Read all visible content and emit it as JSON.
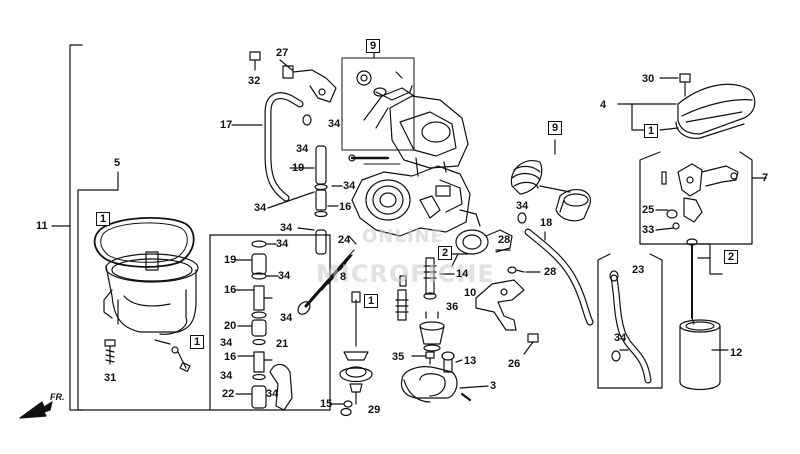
{
  "watermark": {
    "line1": "ONLINE",
    "line2": "MICROFICHE"
  },
  "front_marker": "FR.",
  "callouts": {
    "c1": "11",
    "c2": "5",
    "c3": "1",
    "c4": "1",
    "c5": "31",
    "c6": "17",
    "c7": "27",
    "c8": "32",
    "c9": "34",
    "c10": "19",
    "c11": "34",
    "c12": "34",
    "c13": "16",
    "c14": "34",
    "c15": "24",
    "c16": "19",
    "c17": "34",
    "c18": "34",
    "c19": "16",
    "c20": "34",
    "c21": "20",
    "c22": "34",
    "c23": "34",
    "c24": "16",
    "c25": "21",
    "c26": "34",
    "c27": "34",
    "c28": "22",
    "c29": "9",
    "c30": "8",
    "c31": "1",
    "c32": "36",
    "c33": "35",
    "c34": "13",
    "c35": "3",
    "c36": "15",
    "c37": "29",
    "c38": "14",
    "c39": "2",
    "c40": "10",
    "c41": "28",
    "c42": "28",
    "c43": "26",
    "c44": "34",
    "c45": "18",
    "c46": "9",
    "c47": "30",
    "c48": "4",
    "c49": "1",
    "c50": "7",
    "c51": "25",
    "c52": "33",
    "c53": "2",
    "c54": "23",
    "c55": "34",
    "c56": "12"
  }
}
